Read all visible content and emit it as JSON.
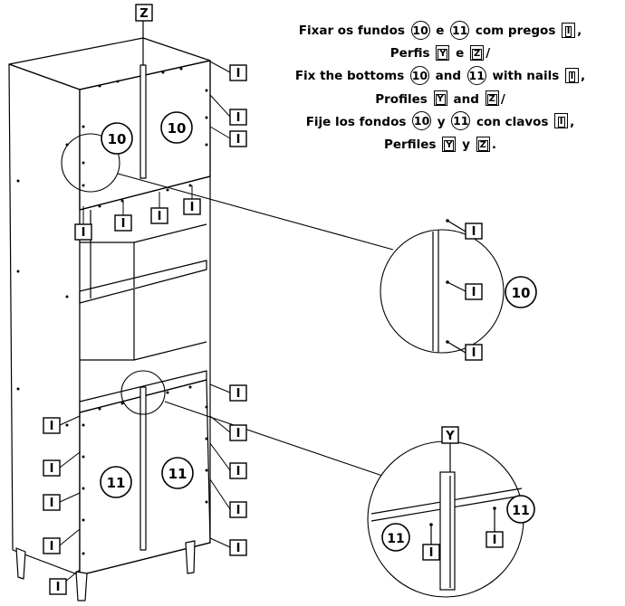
{
  "instructions": [
    {
      "text_a": "Fixar os fundos",
      "num1": "10",
      "join": "e",
      "num2": "11",
      "text_b": "com pregos",
      "tag": "I",
      "tail": ","
    },
    {
      "text_a": "Perfis",
      "tag1": "Y",
      "join": "e",
      "tag2": "Z",
      "tail": "/"
    },
    {
      "text_a": "Fix the bottoms",
      "num1": "10",
      "join": "and",
      "num2": "11",
      "text_b": "with nails",
      "tag": "I",
      "tail": ","
    },
    {
      "text_a": "Profiles",
      "tag1": "Y",
      "join": "and",
      "tag2": "Z",
      "tail": "/"
    },
    {
      "text_a": "Fije los fondos",
      "num1": "10",
      "join": "y",
      "num2": "11",
      "text_b": "con clavos",
      "tag": "I",
      "tail": ","
    },
    {
      "text_a": "Perfiles",
      "tag1": "Y",
      "join": "y",
      "tag2": "Z",
      "tail": "."
    }
  ],
  "labels": {
    "profile_top": "Z",
    "profile_bottom": "Y",
    "nail": "I",
    "panel_top": "10",
    "panel_bottom": "11"
  }
}
